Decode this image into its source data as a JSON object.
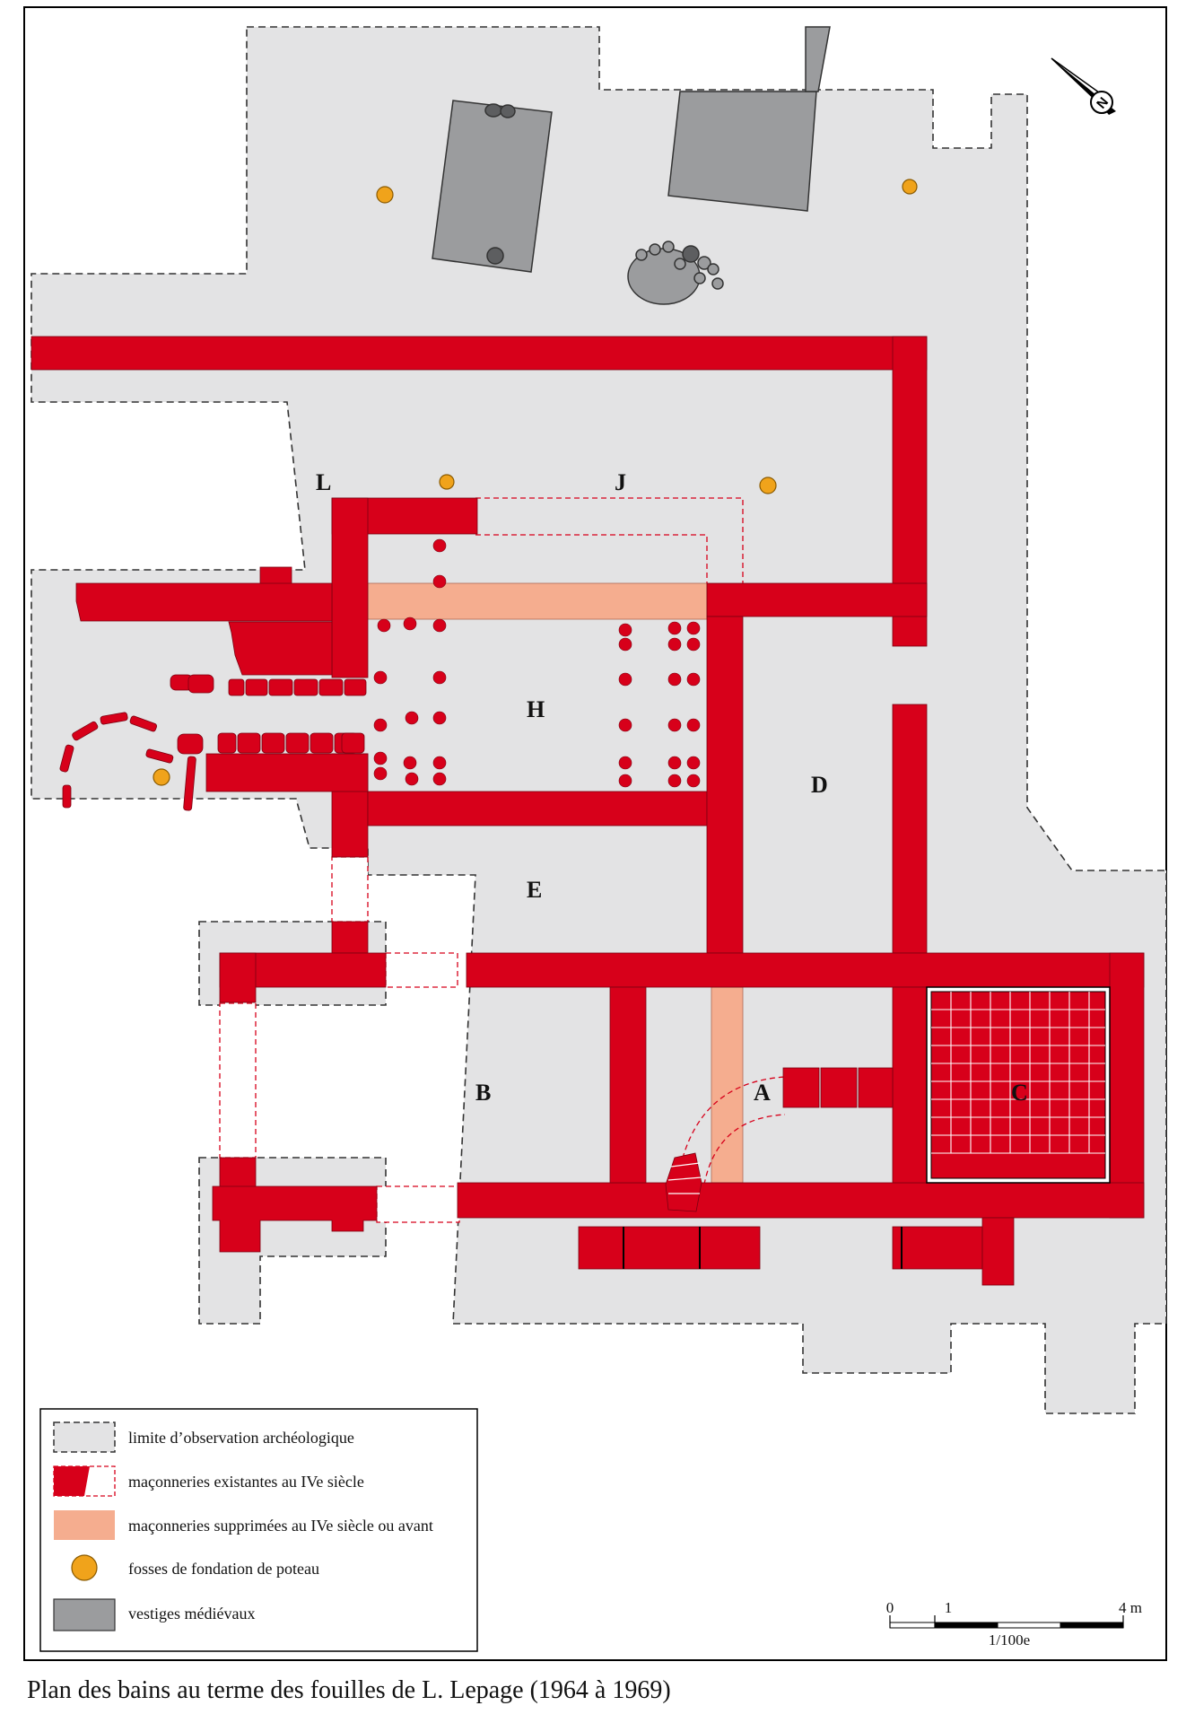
{
  "rooms": {
    "L": "L",
    "J": "J",
    "H": "H",
    "D": "D",
    "E": "E",
    "B": "B",
    "A": "A",
    "C": "C"
  },
  "compass": {
    "letter": "N"
  },
  "legend": {
    "items": [
      {
        "label": "limite d’observation archéologique"
      },
      {
        "label": "maçonneries existantes au IVe siècle"
      },
      {
        "label": "maçonneries supprimées au IVe siècle ou avant"
      },
      {
        "label": "fosses de fondation de poteau"
      },
      {
        "label": "vestiges médiévaux"
      }
    ]
  },
  "scale": {
    "tick0": "0",
    "tick1": "1",
    "tick4": "4 m",
    "ratio": "1/100e"
  },
  "caption": "Plan des bains au terme des fouilles de L. Lepage (1964 à 1969)",
  "colors": {
    "masonry": "#d7001a",
    "removed_masonry": "#f5ad8f",
    "observation_area": "#e3e3e4",
    "medieval": "#9b9c9e",
    "post_pit": "#f0a31b"
  }
}
